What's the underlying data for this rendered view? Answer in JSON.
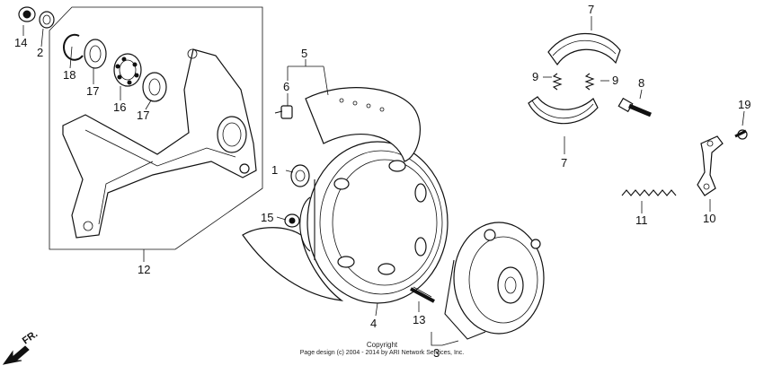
{
  "callouts": {
    "c1": "1",
    "c2": "2",
    "c3": "3",
    "c4": "4",
    "c5": "5",
    "c6": "6",
    "c7a": "7",
    "c7b": "7",
    "c8": "8",
    "c9a": "9",
    "c9b": "9",
    "c10": "10",
    "c11": "11",
    "c12": "12",
    "c13": "13",
    "c14": "14",
    "c15": "15",
    "c16": "16",
    "c17a": "17",
    "c17b": "17",
    "c18": "18",
    "c19": "19"
  },
  "direction_label": "FR.",
  "copyright": {
    "line1": "Copyright",
    "line2": "Page design (c) 2004 - 2014 by ARI Network Services, Inc."
  }
}
